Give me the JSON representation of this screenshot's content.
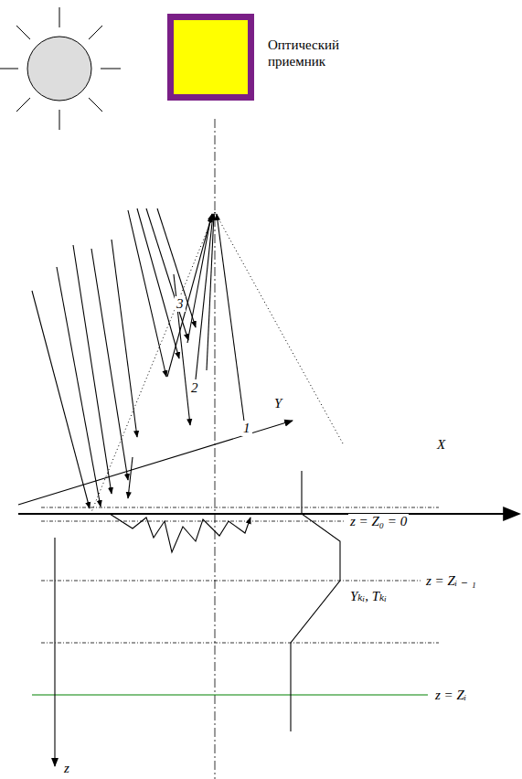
{
  "diagram": {
    "nodes": [
      {
        "text": [
          "Оптический приемник"
        ]
      }
    ],
    "labels": [
      "3",
      "2",
      "1",
      "Y",
      "X",
      "z = Z₀ = 0",
      "z = Zᵢ ₋ ₁",
      "Yₖᵢ, Tₖᵢ",
      "z = Zᵢ",
      "z"
    ]
  }
}
